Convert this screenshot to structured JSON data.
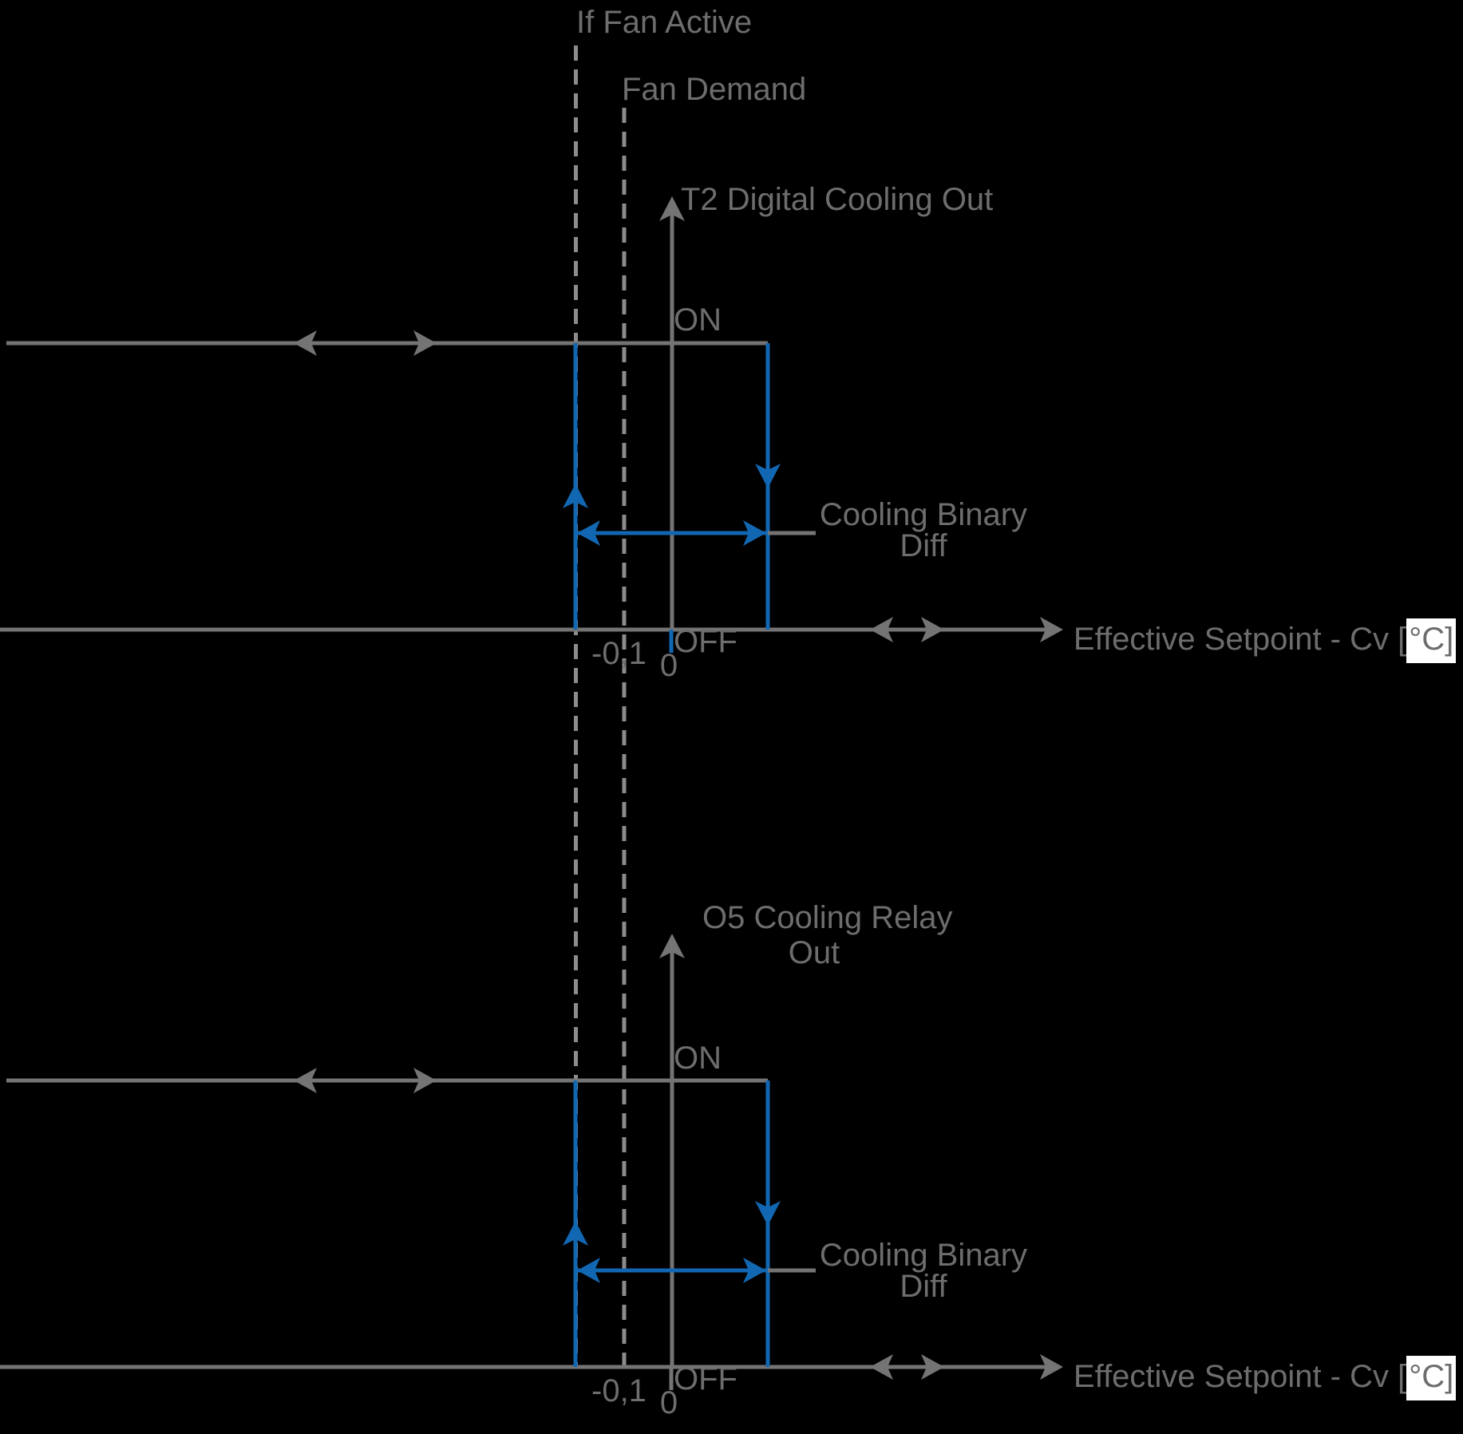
{
  "colors": {
    "background": "#000000",
    "line_gray": "#747474",
    "dash_gray": "#8c8c8c",
    "text_gray": "#6d6d6d",
    "blue": "#1267b2",
    "unit_box": "#ffffff"
  },
  "guide_lines": {
    "if_fan_active_label": "If Fan Active",
    "fan_demand_label": "Fan Demand"
  },
  "x_axis": {
    "label_prefix": "Effective Setpoint - Cv [",
    "unit": "°C]",
    "tick_minus": "-0,1",
    "tick_zero": "0"
  },
  "panels": [
    {
      "title_lines": [
        "T2 Digital Cooling Out"
      ],
      "on_label": "ON",
      "off_label": "OFF",
      "diff_label_lines": [
        "Cooling Binary",
        "Diff"
      ]
    },
    {
      "title_lines": [
        "O5 Cooling Relay",
        "Out"
      ],
      "on_label": "ON",
      "off_label": "OFF",
      "diff_label_lines": [
        "Cooling Binary",
        "Diff"
      ]
    }
  ]
}
